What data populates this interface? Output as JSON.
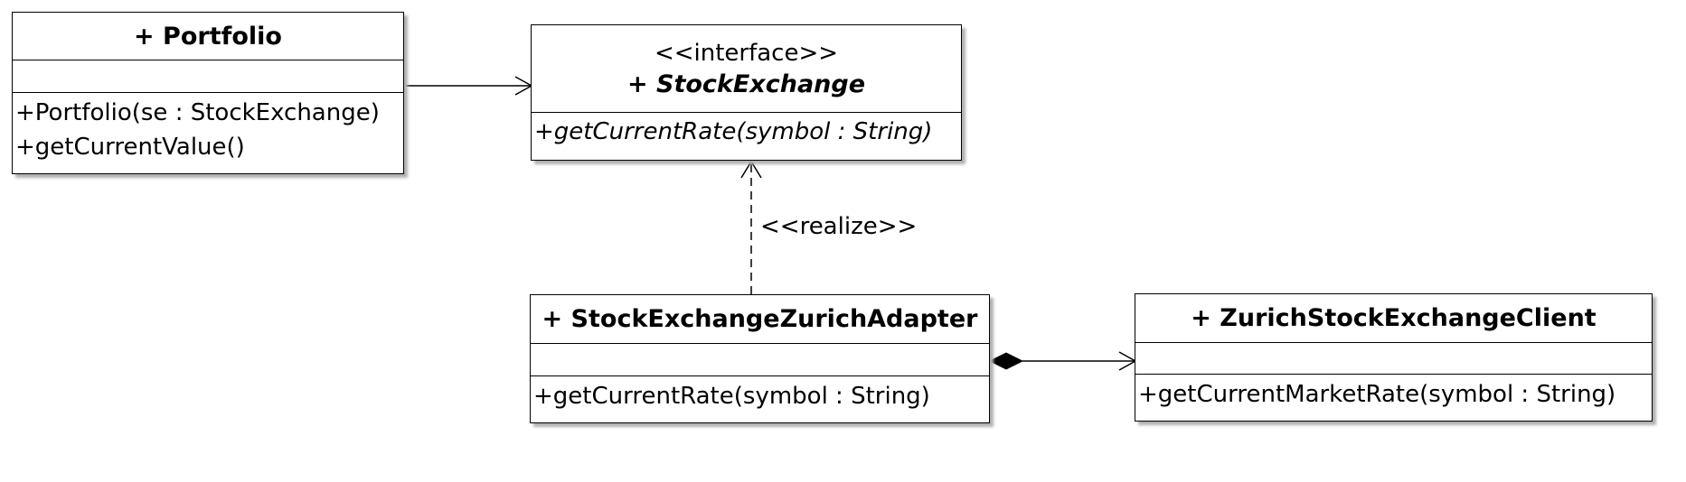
{
  "classes": {
    "portfolio": {
      "name": "+ Portfolio",
      "operations": [
        "+Portfolio(se : StockExchange)",
        "+getCurrentValue()"
      ]
    },
    "stock_exchange": {
      "stereotype": "<<interface>>",
      "name": "+ StockExchange",
      "operations": [
        "+getCurrentRate(symbol : String)"
      ]
    },
    "zurich_adapter": {
      "name": "+ StockExchangeZurichAdapter",
      "operations": [
        "+getCurrentRate(symbol : String)"
      ]
    },
    "zurich_client": {
      "name": "+ ZurichStockExchangeClient",
      "operations": [
        "+getCurrentMarketRate(symbol : String)"
      ]
    }
  },
  "relations": {
    "realize_label": "<<realize>>"
  },
  "colors": {
    "line": "#000000",
    "box_fill": "#ffffff",
    "shadow": "#b0b0b0"
  }
}
